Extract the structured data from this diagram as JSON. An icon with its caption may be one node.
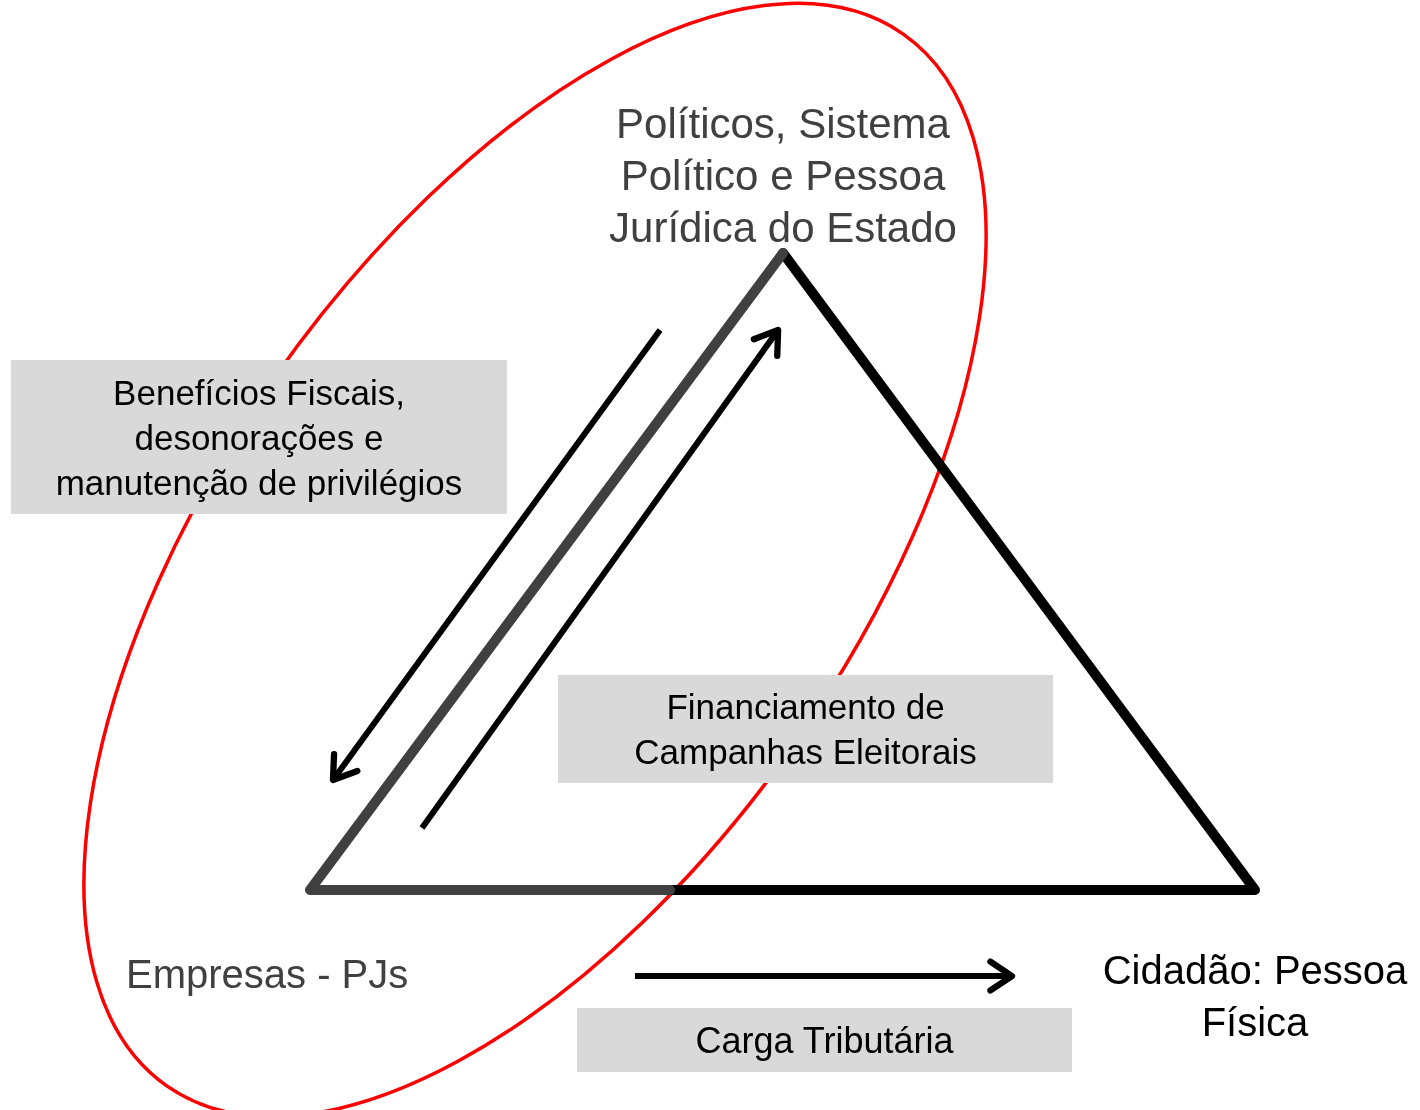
{
  "diagram": {
    "nodes": [
      {
        "text": [
          "Políticos, Sistema Político e Pessoa Jurídica do Estado"
        ]
      },
      {
        "text": [
          "Empresas - PJs"
        ]
      },
      {
        "text": [
          "Cidadão: Pessoa Física"
        ]
      },
      {
        "text": [
          "Benefícios Fiscais, desonorações e manutenção de privilégios"
        ]
      },
      {
        "text": [
          "Financiamento de Campanhas Eleitorais"
        ]
      },
      {
        "text": [
          "Carga Tributária"
        ]
      }
    ],
    "edges": [
      {
        "from": 0,
        "to": null,
        "arrow": "to"
      },
      {
        "from": null,
        "to": 0,
        "arrow": "to"
      },
      {
        "from": null,
        "to": 2,
        "arrow": "to"
      }
    ]
  }
}
